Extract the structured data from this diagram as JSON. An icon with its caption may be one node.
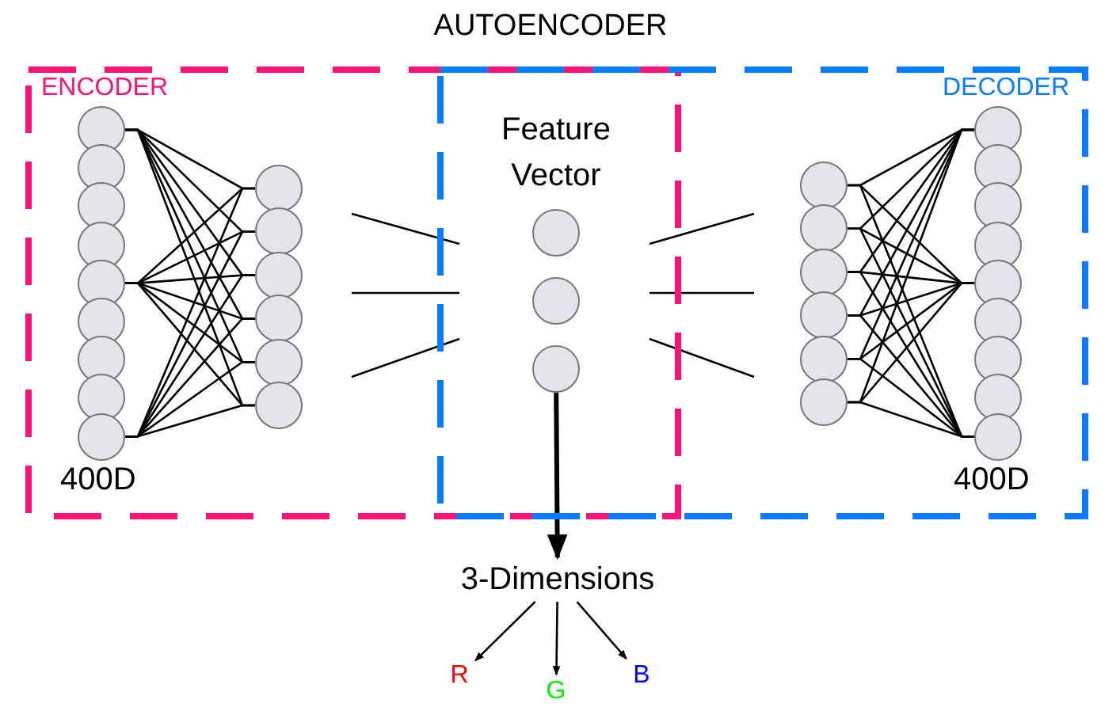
{
  "diagram": {
    "title": "AUTOENCODER",
    "nodes": [
      {
        "text": [
          "ENCODER"
        ]
      },
      {
        "text": [],
        "shape": "circle",
        "in": 0
      },
      {
        "text": [],
        "shape": "circle",
        "in": 0
      },
      {
        "text": [],
        "shape": "circle",
        "in": 0
      },
      {
        "text": [],
        "shape": "circle",
        "in": 0
      },
      {
        "text": [],
        "shape": "circle",
        "in": 0
      },
      {
        "text": [],
        "shape": "circle",
        "in": 0
      },
      {
        "text": [],
        "shape": "circle",
        "in": 0
      },
      {
        "text": [],
        "shape": "circle",
        "in": 0
      },
      {
        "text": [],
        "shape": "circle",
        "in": 0
      },
      {
        "text": [],
        "shape": "circle",
        "in": 0
      },
      {
        "text": [],
        "shape": "circle",
        "in": 0
      },
      {
        "text": [],
        "shape": "circle",
        "in": 0
      },
      {
        "text": [],
        "shape": "circle",
        "in": 0
      },
      {
        "text": [],
        "shape": "circle",
        "in": 0
      },
      {
        "text": [],
        "shape": "circle",
        "in": 0
      },
      {
        "text": [],
        "shape": "circle"
      },
      {
        "text": [],
        "shape": "circle"
      },
      {
        "text": [],
        "shape": "circle"
      },
      {
        "text": [
          "DECODER"
        ]
      },
      {
        "text": [],
        "shape": "circle",
        "in": 19
      },
      {
        "text": [],
        "shape": "circle",
        "in": 19
      },
      {
        "text": [],
        "shape": "circle",
        "in": 19
      },
      {
        "text": [],
        "shape": "circle",
        "in": 19
      },
      {
        "text": [],
        "shape": "circle",
        "in": 19
      },
      {
        "text": [],
        "shape": "circle",
        "in": 19
      },
      {
        "text": [],
        "shape": "circle",
        "in": 19
      },
      {
        "text": [],
        "shape": "circle",
        "in": 19
      },
      {
        "text": [],
        "shape": "circle",
        "in": 19
      },
      {
        "text": [],
        "shape": "circle",
        "in": 19
      },
      {
        "text": [],
        "shape": "circle",
        "in": 19
      },
      {
        "text": [],
        "shape": "circle",
        "in": 19
      },
      {
        "text": [],
        "shape": "circle",
        "in": 19
      },
      {
        "text": [],
        "shape": "circle",
        "in": 19
      },
      {
        "text": [],
        "shape": "circle",
        "in": 19
      },
      {
        "text": [
          "3-Dimensions"
        ]
      },
      {
        "text": [
          "R"
        ]
      },
      {
        "text": [
          "G"
        ]
      },
      {
        "text": [
          "B"
        ]
      }
    ],
    "edges": [
      {
        "from": 1,
        "to": 10,
        "arrow": "none"
      },
      {
        "from": 1,
        "to": 11,
        "arrow": "none"
      },
      {
        "from": 1,
        "to": 12,
        "arrow": "none"
      },
      {
        "from": 1,
        "to": 13,
        "arrow": "none"
      },
      {
        "from": 1,
        "to": 14,
        "arrow": "none"
      },
      {
        "from": 1,
        "to": 15,
        "arrow": "none"
      },
      {
        "from": 5,
        "to": 10,
        "arrow": "none"
      },
      {
        "from": 5,
        "to": 11,
        "arrow": "none"
      },
      {
        "from": 5,
        "to": 12,
        "arrow": "none"
      },
      {
        "from": 5,
        "to": 13,
        "arrow": "none"
      },
      {
        "from": 5,
        "to": 14,
        "arrow": "none"
      },
      {
        "from": 5,
        "to": 15,
        "arrow": "none"
      },
      {
        "from": 9,
        "to": 10,
        "arrow": "none"
      },
      {
        "from": 9,
        "to": 11,
        "arrow": "none"
      },
      {
        "from": 9,
        "to": 12,
        "arrow": "none"
      },
      {
        "from": 9,
        "to": 13,
        "arrow": "none"
      },
      {
        "from": 9,
        "to": 14,
        "arrow": "none"
      },
      {
        "from": 9,
        "to": 15,
        "arrow": "none"
      },
      {
        "from": 20,
        "to": 26,
        "arrow": "none"
      },
      {
        "from": 20,
        "to": 30,
        "arrow": "none"
      },
      {
        "from": 20,
        "to": 34,
        "arrow": "none"
      },
      {
        "from": 21,
        "to": 26,
        "arrow": "none"
      },
      {
        "from": 21,
        "to": 30,
        "arrow": "none"
      },
      {
        "from": 21,
        "to": 34,
        "arrow": "none"
      },
      {
        "from": 22,
        "to": 26,
        "arrow": "none"
      },
      {
        "from": 22,
        "to": 30,
        "arrow": "none"
      },
      {
        "from": 22,
        "to": 34,
        "arrow": "none"
      },
      {
        "from": 23,
        "to": 26,
        "arrow": "none"
      },
      {
        "from": 23,
        "to": 30,
        "arrow": "none"
      },
      {
        "from": 23,
        "to": 34,
        "arrow": "none"
      },
      {
        "from": 24,
        "to": 26,
        "arrow": "none"
      },
      {
        "from": 24,
        "to": 30,
        "arrow": "none"
      },
      {
        "from": 24,
        "to": 34,
        "arrow": "none"
      },
      {
        "from": 25,
        "to": 26,
        "arrow": "none"
      },
      {
        "from": 25,
        "to": 30,
        "arrow": "none"
      },
      {
        "from": 25,
        "to": 34,
        "arrow": "none"
      },
      {
        "from": 18,
        "to": 35,
        "arrow": "to",
        "style": "thick"
      },
      {
        "from": 35,
        "to": 36,
        "arrow": "to"
      },
      {
        "from": 35,
        "to": 37,
        "arrow": "to"
      },
      {
        "from": 35,
        "to": 38,
        "arrow": "to"
      }
    ],
    "labels": [
      "Feature Vector",
      "400D",
      "400D"
    ]
  }
}
